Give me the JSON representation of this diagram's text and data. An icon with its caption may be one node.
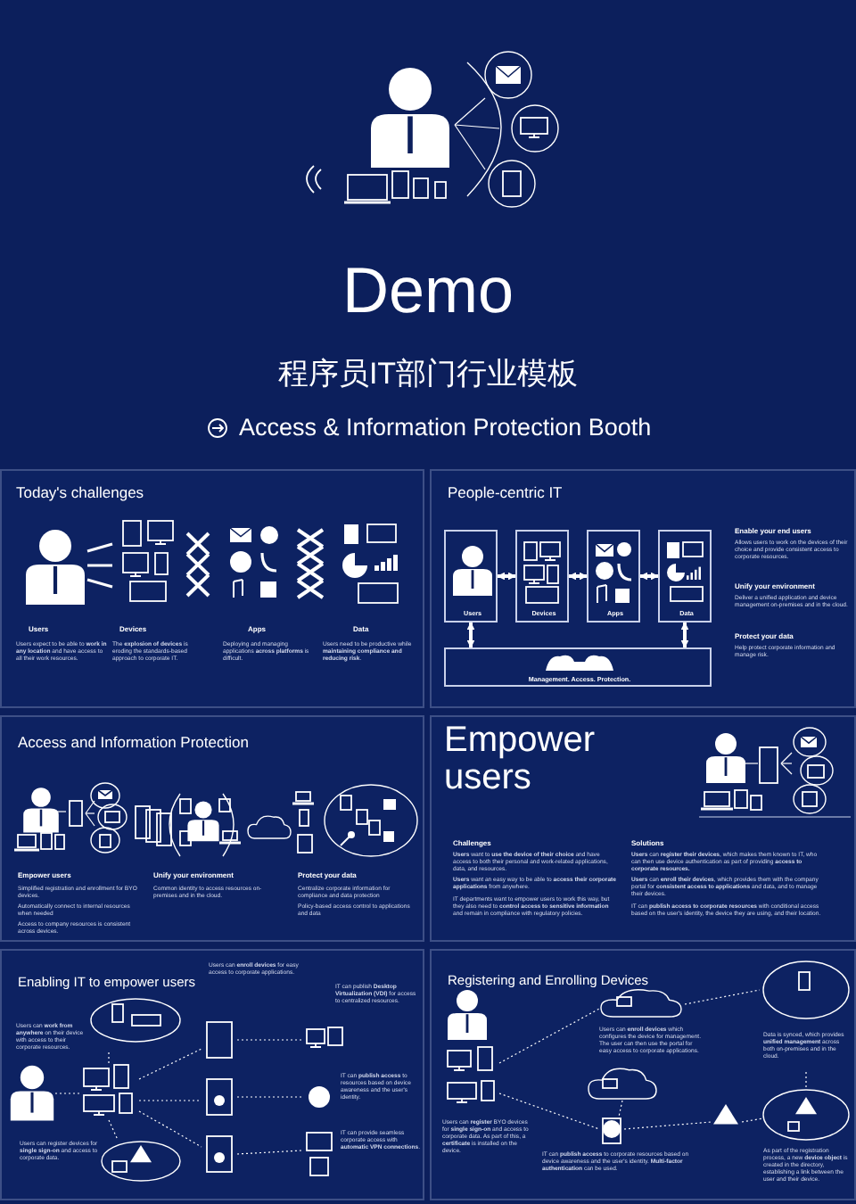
{
  "diagram": {
    "nodes": [
      {
        "text": [
          "Today's challenges",
          "Users",
          "Users expect to be able to **work in any location** and have access to all their work resources.",
          "Devices",
          "The **explosion of devices** is eroding the standards-based approach to corporate IT.",
          "Apps",
          "Deploying and managing applications **across platforms** is difficult.",
          "Data",
          "Users need to be productive while **maintaining compliance and reducing risk**."
        ]
      },
      {
        "text": [
          "People-centric IT",
          "Enable your end users",
          "Allows users to work on the devices of their choice and provide consistent access to corporate resources.",
          "Unify your environment",
          "Deliver a unified application and device management on-premises and in the cloud.",
          "Protect your data",
          "Help protect corporate information and manage risk."
        ]
      },
      {
        "text": [
          "Users"
        ],
        "in": 1
      },
      {
        "text": [
          "Devices"
        ],
        "in": 1
      },
      {
        "text": [
          "Apps"
        ],
        "in": 1
      },
      {
        "text": [
          "Data"
        ],
        "in": 1
      },
      {
        "text": [
          "Management. Access. Protection."
        ],
        "in": 1
      },
      {
        "text": [
          "Access and Information Protection",
          "Empower users",
          "Simplified registration and enrollment for BYO devices.",
          "Automatically connect to internal resources when needed",
          "Access to company resources is consistent across devices.",
          "Unify your environment",
          "Common identity to access resources on-premises and in the cloud.",
          "Protect your data",
          "Centralize corporate information for compliance and data protection",
          "Policy-based access control to applications and data"
        ]
      },
      {
        "text": [
          "Empower users",
          "Challenges",
          "**Users** want to **use the device of their choice** and have access to both their personal and work-related applications, data, and resources.",
          "**Users** want an easy way to be able to **access their corporate applications** from anywhere.",
          "IT departments want to empower users to work this way, but they also need to **control access to sensitive information** and remain in compliance with regulatory policies.",
          "Solutions",
          "**Users** can **register their devices**, which makes them known to IT, who can then use device authentication as part of providing **access to corporate resources.**",
          "**Users** can **enroll their devices**, which provides them with the company portal for **consistent access to applications** and data, and to manage their devices.",
          "IT can **publish access to corporate resources** with conditional access based on the user's identity, the device they are using, and their location."
        ]
      },
      {
        "text": [
          "Enabling IT to empower users",
          "Users can **work from anywhere** on their device with access to their corporate resources.",
          "Users can **enroll devices** for easy access to corporate applications.",
          "IT can publish **Desktop Virtualization (VDI)** for access to centralized resources.",
          "IT can **publish access** to resources based on device awareness and the user's identity.",
          "IT can provide seamless corporate access with **automatic VPN connections**.",
          "Users can register devices for **single sign-on** and access to corporate data."
        ]
      },
      {
        "text": [
          "Registering and Enrolling Devices",
          "Users can **enroll devices** which configures the device for management. The user can then use the portal for easy access to corporate applications.",
          "Data is synced, which provides **unified management** across both on-premises and in the cloud.",
          "Users can **register** BYO devices for **single sign-on** and access to corporate data. As part of this, a **certificate** is installed on the device.",
          "IT can **publish access** to corporate resources based on device awareness and the user's identity. **Multi-factor authentication** can be used.",
          "As part of the registration process, a new **device object** is created in the directory, establishing a link between the user and their device."
        ]
      }
    ],
    "edges": [
      {
        "from": 2,
        "to": 3,
        "arrow": "both"
      },
      {
        "from": 3,
        "to": 4,
        "arrow": "both"
      },
      {
        "from": 4,
        "to": 5,
        "arrow": "both"
      },
      {
        "from": 2,
        "to": 6,
        "arrow": "both"
      },
      {
        "from": 5,
        "to": 6,
        "arrow": "both"
      }
    ],
    "labels": [
      "Demo",
      "程序员IT部门行业模板",
      "Access & Information Protection Booth"
    ]
  }
}
